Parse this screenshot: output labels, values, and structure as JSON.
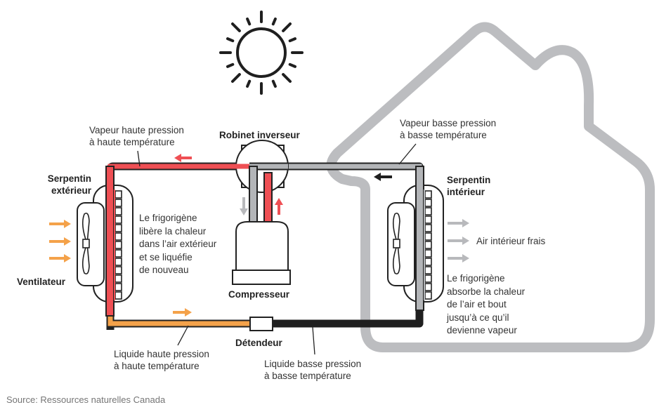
{
  "colors": {
    "hot_vapor": "#ef4f54",
    "hot_liquid": "#f4a24a",
    "cold_liquid": "#1f1f1f",
    "cold_vapor": "#b3b5b8",
    "house_outline": "#bcbdc0",
    "outline": "#222222",
    "arrow_orange": "#f4a24a",
    "arrow_gray": "#b8b9bc",
    "arrow_red": "#ef4f54",
    "arrow_black": "#1f1f1f"
  },
  "labels": {
    "vapor_high": [
      "Vapeur haute pression",
      "à haute température"
    ],
    "valve": "Robinet inverseur",
    "vapor_low": [
      "Vapeur basse pression",
      "à basse température"
    ],
    "outdoor_coil": [
      "Serpentin",
      "extérieur"
    ],
    "indoor_coil": [
      "Serpentin",
      "intérieur"
    ],
    "fan": "Ventilateur",
    "release_heat": [
      "Le frigorigène",
      "libère la chaleur",
      "dans l’air extérieur",
      "et se liquéfie",
      "de nouveau"
    ],
    "compressor": "Compresseur",
    "indoor_air": "Air intérieur frais",
    "absorb_heat": [
      "Le frigorigène",
      "absorbe la chaleur",
      "de l’air et bout",
      "jusqu’à ce qu’il",
      "devienne vapeur"
    ],
    "expansion": "Détendeur",
    "liquid_high": [
      "Liquide haute pression",
      "à haute température"
    ],
    "liquid_low": [
      "Liquide basse pression",
      "à basse température"
    ]
  },
  "icons": {
    "sun": "sun-icon",
    "fan": "fan-icon"
  },
  "source": "Source: Ressources naturelles Canada"
}
